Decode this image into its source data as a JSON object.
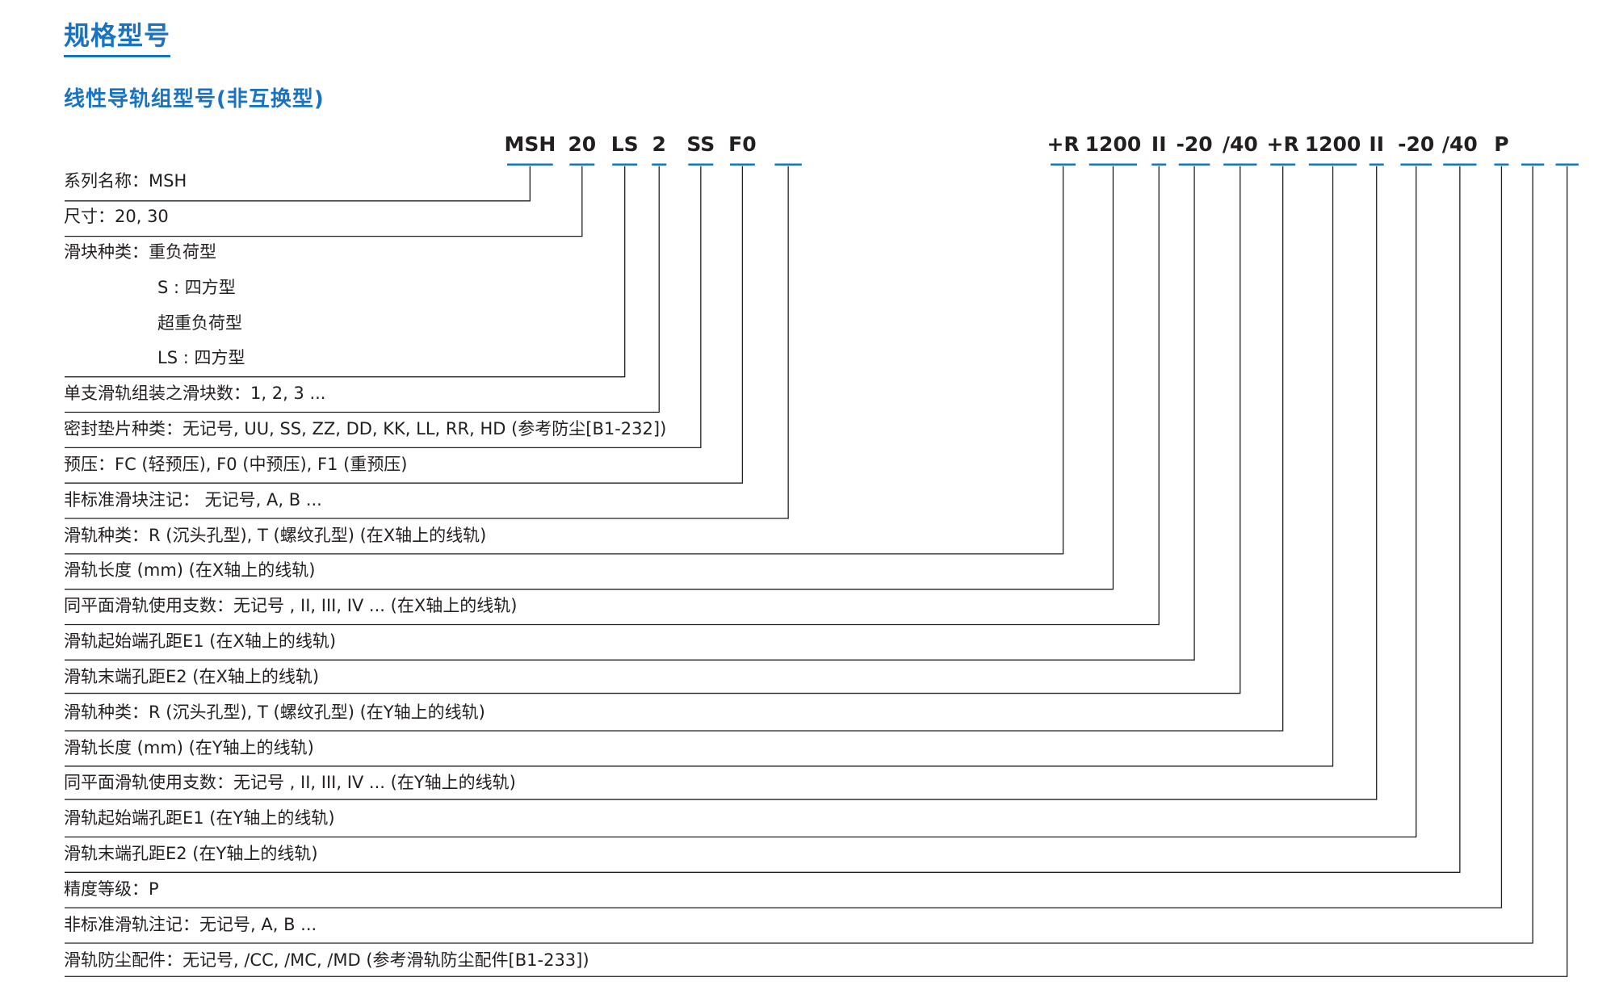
{
  "title": "规格型号",
  "subtitle": "线性导轨组型号(非互换型)",
  "code_segments": [
    "MSH",
    "20",
    "LS",
    "2",
    "SS",
    "F0",
    "",
    "+R",
    "1200",
    "II",
    "-20",
    "/40",
    "+R",
    "1200",
    "II",
    "-20",
    "/40",
    "P",
    "",
    ""
  ],
  "labels": [
    "系列名称：MSH",
    "尺寸：20, 30",
    "滑块种类：重负荷型",
    "S : 四方型",
    "超重负荷型",
    "LS : 四方型",
    "单支滑轨组装之滑块数：1, 2, 3 ...",
    "密封垫片种类：无记号, UU, SS, ZZ, DD, KK, LL, RR, HD (参考防尘[B1-232])",
    "预压：FC (轻预压),  F0 (中预压),  F1 (重预压)",
    "非标准滑块注记：  无记号, A, B ...",
    "滑轨种类：R (沉头孔型), T (螺纹孔型) (在X轴上的线轨)",
    "滑轨长度 (mm) (在X轴上的线轨)",
    "同平面滑轨使用支数：无记号 , II, III, IV ... (在X轴上的线轨)",
    "滑轨起始端孔距E1 (在X轴上的线轨)",
    "滑轨末端孔距E2 (在X轴上的线轨)",
    "滑轨种类：R (沉头孔型), T (螺纹孔型) (在Y轴上的线轨)",
    "滑轨长度 (mm) (在Y轴上的线轨)",
    "同平面滑轨使用支数：无记号 , II, III, IV ... (在Y轴上的线轨)",
    "滑轨起始端孔距E1 (在Y轴上的线轨)",
    "滑轨末端孔距E2 (在Y轴上的线轨)",
    "精度等级：P",
    "非标准滑轨注记：无记号, A, B ...",
    "滑轨防尘配件：无记号, /CC, /MC, /MD (参考滑轨防尘配件[B1-233])"
  ],
  "colors": {
    "accent": "#1a73c2",
    "text": "#231f20",
    "line": "#231f20"
  }
}
